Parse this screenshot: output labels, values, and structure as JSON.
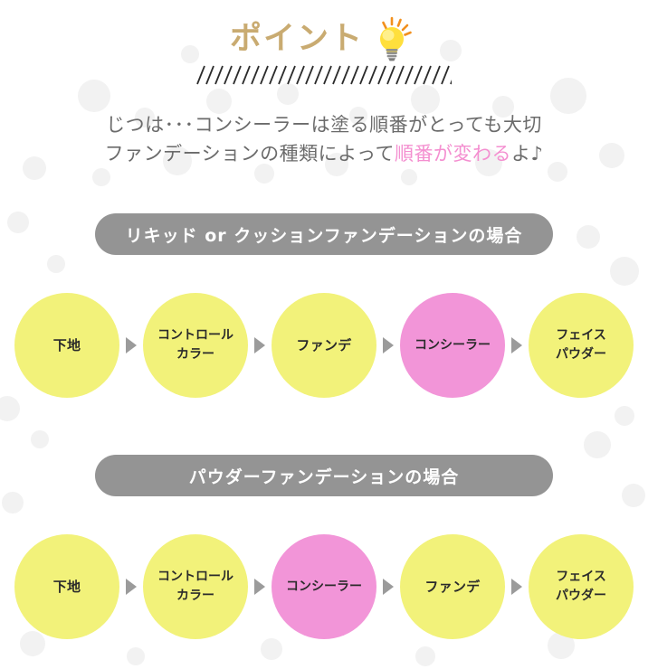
{
  "header": {
    "title": "ポイント",
    "icon": "lightbulb-icon",
    "divider": "diagonal-hatch-divider"
  },
  "lead": {
    "line1": "じつは･･･コンシーラーは塗る順番がとっても大切",
    "line2_prefix": "ファンデーションの種類によって",
    "line2_accent": "順番が変わる",
    "line2_suffix": "よ♪"
  },
  "sections": [
    {
      "banner": "リキッド or クッションファンデーションの場合",
      "steps": [
        {
          "label": "下地",
          "color": "yellow",
          "lines": 1
        },
        {
          "label": "コントロール\nカラー",
          "color": "yellow",
          "lines": 2
        },
        {
          "label": "ファンデ",
          "color": "yellow",
          "lines": 1
        },
        {
          "label": "コンシーラー",
          "color": "pink",
          "lines": 1
        },
        {
          "label": "フェイス\nパウダー",
          "color": "yellow",
          "lines": 2
        }
      ]
    },
    {
      "banner": "パウダーファンデーションの場合",
      "steps": [
        {
          "label": "下地",
          "color": "yellow",
          "lines": 1
        },
        {
          "label": "コントロール\nカラー",
          "color": "yellow",
          "lines": 2
        },
        {
          "label": "コンシーラー",
          "color": "pink",
          "lines": 1
        },
        {
          "label": "ファンデ",
          "color": "yellow",
          "lines": 1
        },
        {
          "label": "フェイス\nパウダー",
          "color": "yellow",
          "lines": 2
        }
      ]
    }
  ],
  "colors": {
    "background": "#ffffff",
    "title": "#c9ab71",
    "lead_text": "#6b6b6b",
    "accent_pink": "#f48fd0",
    "banner_gray": "#949494",
    "step_yellow": "#f2f27a",
    "step_pink": "#f295d8",
    "arrow_gray": "#9b9b9b",
    "bulb_yellow": "#ffdf3d",
    "bulb_ray_orange": "#f2901e",
    "bg_dot": "#f2f2f2"
  }
}
